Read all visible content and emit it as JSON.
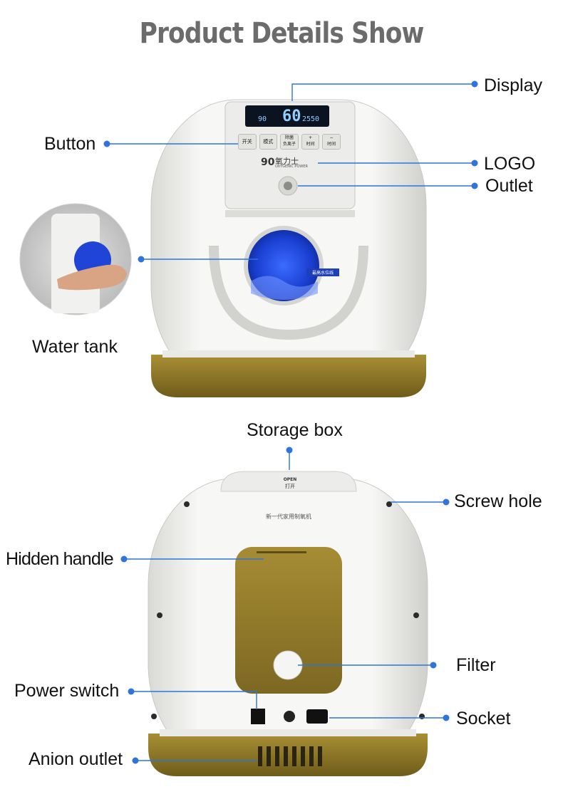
{
  "title": "Product Details Show",
  "colors": {
    "accent": "#2f74d8",
    "body": "#f4f4f2",
    "base": "#8a7425",
    "tank": "#2a4fe0"
  },
  "front": {
    "labels": {
      "display": "Display",
      "button": "Button",
      "logo": "LOGO",
      "outlet": "Outlet",
      "water_tank": "Water tank"
    },
    "panel": {
      "lcd_big": "60",
      "lcd_left": "90",
      "lcd_right": "2550",
      "buttons": [
        "开关",
        "模式",
        "除菌\n负离子",
        "+\n时间",
        "−\n时间"
      ],
      "brand_cn": "氧力士",
      "brand_en": "OXYGENIC POWER",
      "tank_sticker": "最高水位线"
    }
  },
  "back": {
    "labels": {
      "storage_box": "Storage box",
      "screw_hole": "Screw hole",
      "hidden_handle": "Hidden handle",
      "filter": "Filter",
      "power_switch": "Power switch",
      "socket": "Socket",
      "anion_outlet": "Anion outlet"
    },
    "open_en": "OPEN",
    "open_cn": "打开",
    "nameplate_title": "新一代家用制氧机"
  }
}
